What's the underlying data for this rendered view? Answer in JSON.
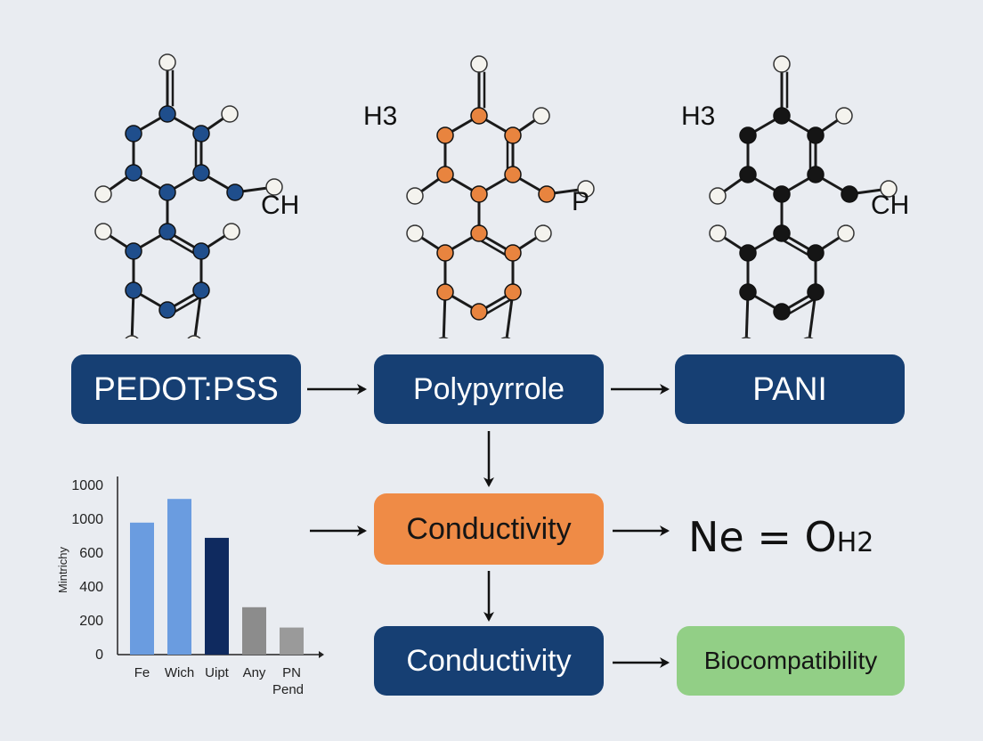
{
  "molecules": [
    {
      "id": "blue",
      "atom_color": "#1f4e8c",
      "label_right": "CH",
      "label_left": ""
    },
    {
      "id": "orange",
      "atom_color": "#e8843f",
      "label_left": "H3",
      "label_right": "P"
    },
    {
      "id": "black",
      "atom_color": "#151515",
      "label_left": "H3",
      "label_right": "CH"
    }
  ],
  "flow": {
    "pedot": "PEDOT:PSS",
    "polypyrrole": "Polypyrrole",
    "pani": "PANI",
    "conductivity_orange": "Conductivity",
    "conductivity_blue": "Conductivity",
    "biocompatibility": "Biocompatibility",
    "formula_main": "Ne = O",
    "formula_sub": "H2"
  },
  "colors": {
    "navy": "#163f73",
    "orange": "#ef8b46",
    "green": "#92cf86",
    "hydrogen": "#f4f3ee",
    "background": "#e9ecf1"
  },
  "chart_data": {
    "type": "bar",
    "ylabel": "Mintrichy",
    "yticks": [
      "1000",
      "1000",
      "600",
      "400",
      "200",
      "0"
    ],
    "categories": [
      "Fe",
      "Wich",
      "Uipt",
      "Any",
      "PN"
    ],
    "extra_xlabel": "Pend",
    "values": [
      780,
      920,
      690,
      280,
      160
    ],
    "ylim": [
      0,
      1000
    ],
    "bar_colors": [
      "#6a9ce0",
      "#6a9ce0",
      "#0f2a5f",
      "#8c8c8c",
      "#9a9a9a"
    ]
  }
}
